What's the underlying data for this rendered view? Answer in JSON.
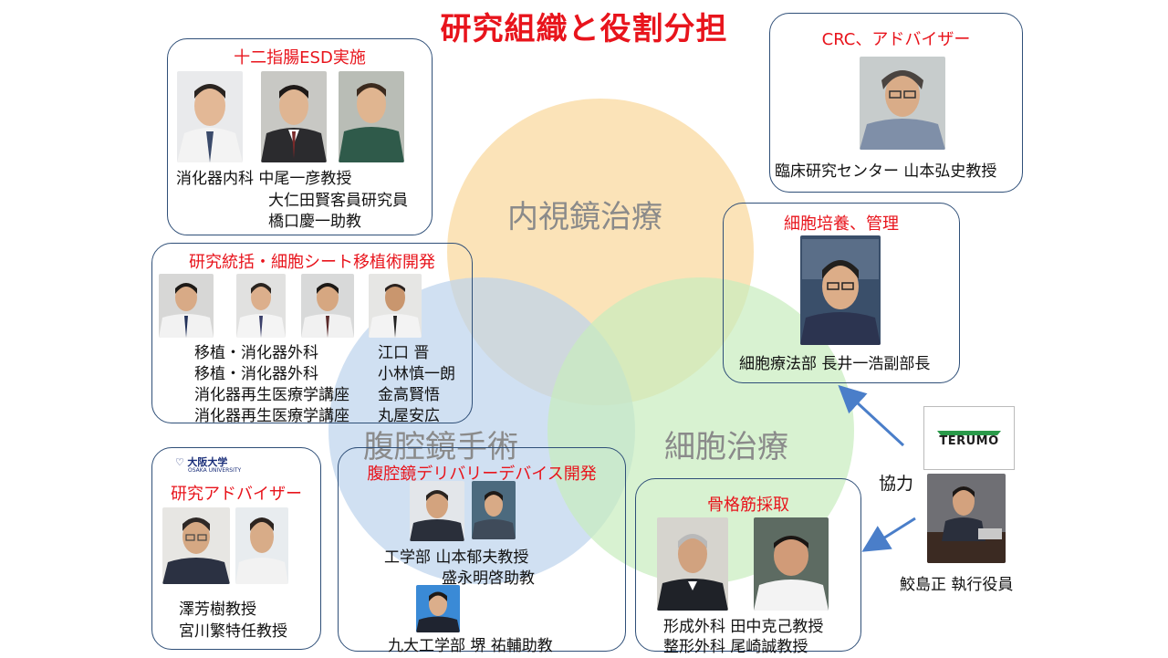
{
  "title": "研究組織と役割分担",
  "circles": {
    "endoscopy": "内視鏡治療",
    "laparoscopy": "腹腔鏡手術",
    "cell_therapy": "細胞治療"
  },
  "boxes": {
    "esd": {
      "title": "十二指腸ESD実施",
      "lines": [
        "消化器内科 中尾一彦教授",
        "大仁田賢客員研究員",
        "橋口慶一助教"
      ]
    },
    "crc": {
      "title": "CRC、アドバイザー",
      "lines": [
        "臨床研究センター 山本弘史教授"
      ]
    },
    "culture": {
      "title": "細胞培養、管理",
      "lines": [
        "細胞療法部 長井一浩副部長"
      ]
    },
    "research": {
      "title": "研究統括・細胞シート移植術開発",
      "dept": [
        "移植・消化器外科",
        "移植・消化器外科",
        "消化器再生医療学講座",
        "消化器再生医療学講座"
      ],
      "names": [
        "江口 晋",
        "小林慎一朗",
        "金高賢悟",
        "丸屋安広"
      ]
    },
    "advisor": {
      "logo": "大阪大学",
      "logo_sub": "OSAKA UNIVERSITY",
      "title": "研究アドバイザー",
      "lines": [
        "澤芳樹教授",
        "宮川繁特任教授"
      ]
    },
    "device": {
      "title": "腹腔鏡デリバリーデバイス開発",
      "lines": [
        "工学部 山本郁夫教授",
        "盛永明啓助教"
      ],
      "extra": "九大工学部 堺 祐輔助教"
    },
    "muscle": {
      "title": "骨格筋採取",
      "lines": [
        "形成外科 田中克己教授",
        "整形外科 尾崎誠教授"
      ]
    }
  },
  "partner": {
    "logo": "TERUMO",
    "collab": "協力",
    "name": "鮫島正 執行役員"
  },
  "colors": {
    "title_red": "#e8141c",
    "circle_orange": "#f9d9a0",
    "circle_blue": "#bcd3ec",
    "circle_green": "#c8edbe",
    "box_border": "#2f4f78",
    "arrow": "#4a7ec9"
  }
}
